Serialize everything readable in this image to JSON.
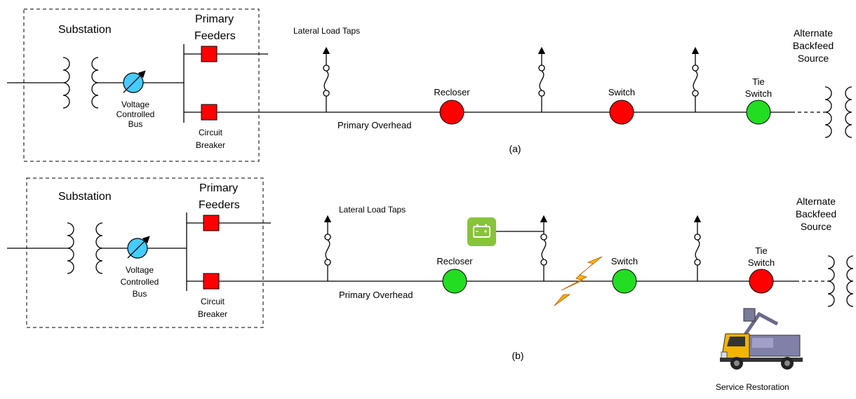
{
  "panels": [
    {
      "caption": "(a)",
      "substation": "Substation",
      "primary_feeders": [
        "Primary",
        "Feeders"
      ],
      "voltage_bus": [
        "Voltage",
        "Controlled",
        "Bus"
      ],
      "circuit_breaker": [
        "Circuit",
        "Breaker"
      ],
      "lateral_taps": "Lateral Load Taps",
      "primary_overhead": "Primary Overhead",
      "recloser": "Recloser",
      "switch": "Switch",
      "tie_switch": [
        "Tie",
        "Switch"
      ],
      "backfeed": [
        "Alternate",
        "Backfeed",
        "Source"
      ],
      "recloser_state": "open",
      "switch_state": "open",
      "tie_state": "closed"
    },
    {
      "caption": "(b)",
      "substation": "Substation",
      "primary_feeders": [
        "Primary",
        "Feeders"
      ],
      "voltage_bus": [
        "Voltage",
        "Controlled",
        "Bus"
      ],
      "circuit_breaker": [
        "Circuit",
        "Breaker"
      ],
      "lateral_taps": "Lateral Load Taps",
      "primary_overhead": "Primary Overhead",
      "recloser": "Recloser",
      "switch": "Switch",
      "tie_switch": [
        "Tie",
        "Switch"
      ],
      "backfeed": [
        "Alternate",
        "Backfeed",
        "Source"
      ],
      "service_restoration": "Service Restoration",
      "recloser_state": "closed",
      "switch_state": "closed",
      "tie_state": "open"
    }
  ],
  "colors": {
    "open": "#ff0000",
    "closed": "#22dd22",
    "breaker": "#ff0000",
    "regulator": "#44ccff",
    "battery": "#88c43a"
  },
  "icons": [
    "transformer-icon",
    "voltage-regulator-icon",
    "circuit-breaker-icon",
    "fuse-icon",
    "battery-icon",
    "lightning-fault-icon",
    "bucket-truck-icon"
  ]
}
